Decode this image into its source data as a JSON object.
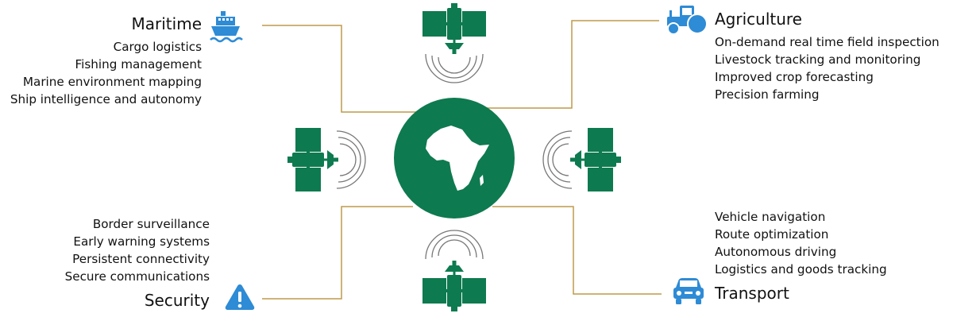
{
  "colors": {
    "globe": "#0E7A4F",
    "satellite": "#0E7A4F",
    "connector": "#BF9A4A",
    "icon_blue": "#2E8BD5",
    "signal_arc": "#777777"
  },
  "maritime": {
    "title": "Maritime",
    "icon": "ship-icon",
    "items": [
      "Cargo logistics",
      "Fishing management",
      "Marine environment mapping",
      "Ship intelligence and autonomy"
    ]
  },
  "agriculture": {
    "title": "Agriculture",
    "icon": "tractor-icon",
    "items": [
      "On-demand real time field inspection",
      "Livestock tracking and monitoring",
      "Improved crop forecasting",
      "Precision farming"
    ]
  },
  "security": {
    "title": "Security",
    "icon": "warning-icon",
    "items": [
      "Border surveillance",
      "Early warning systems",
      "Persistent connectivity",
      "Secure communications"
    ]
  },
  "transport": {
    "title": "Transport",
    "icon": "car-icon",
    "items": [
      "Vehicle navigation",
      "Route optimization",
      "Autonomous driving",
      "Logistics and goods tracking"
    ]
  },
  "center": {
    "icon": "africa-globe-icon"
  }
}
